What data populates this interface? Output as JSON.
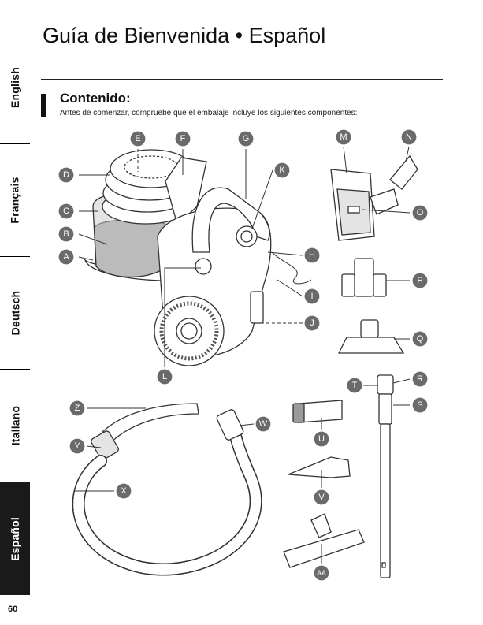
{
  "page": {
    "title": "Guía de Bienvenida • Español",
    "page_number": "60"
  },
  "languages": [
    {
      "label": "English",
      "active": false
    },
    {
      "label": "Français",
      "active": false
    },
    {
      "label": "Deutsch",
      "active": false
    },
    {
      "label": "Italiano",
      "active": false
    },
    {
      "label": "Español",
      "active": true
    }
  ],
  "section": {
    "heading": "Contenido:",
    "description": "Antes de comenzar, compruebe que el embalaje incluye los siguientes componentes:"
  },
  "callouts": {
    "A": "A",
    "B": "B",
    "C": "C",
    "D": "D",
    "E": "E",
    "F": "F",
    "G": "G",
    "H": "H",
    "I": "I",
    "J": "J",
    "K": "K",
    "L": "L",
    "M": "M",
    "N": "N",
    "O": "O",
    "P": "P",
    "Q": "Q",
    "R": "R",
    "S": "S",
    "T": "T",
    "U": "U",
    "V": "V",
    "W": "W",
    "X": "X",
    "Y": "Y",
    "Z": "Z",
    "AA": "AA"
  }
}
